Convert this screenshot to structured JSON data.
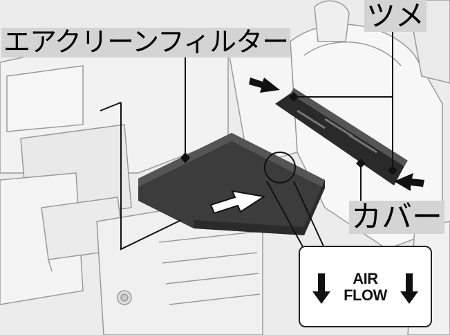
{
  "labels": {
    "air_cleaner_filter": "エアクリーンフィルター",
    "tabs": "ツメ",
    "cover": "カバー"
  },
  "airflow": {
    "line1": "AIR",
    "line2": "FLOW"
  },
  "colors": {
    "label_background": "#d4d4d4",
    "filter_body": "#3c3c3c",
    "leader_lines": "#111111",
    "engine_bay": "#ededed"
  }
}
